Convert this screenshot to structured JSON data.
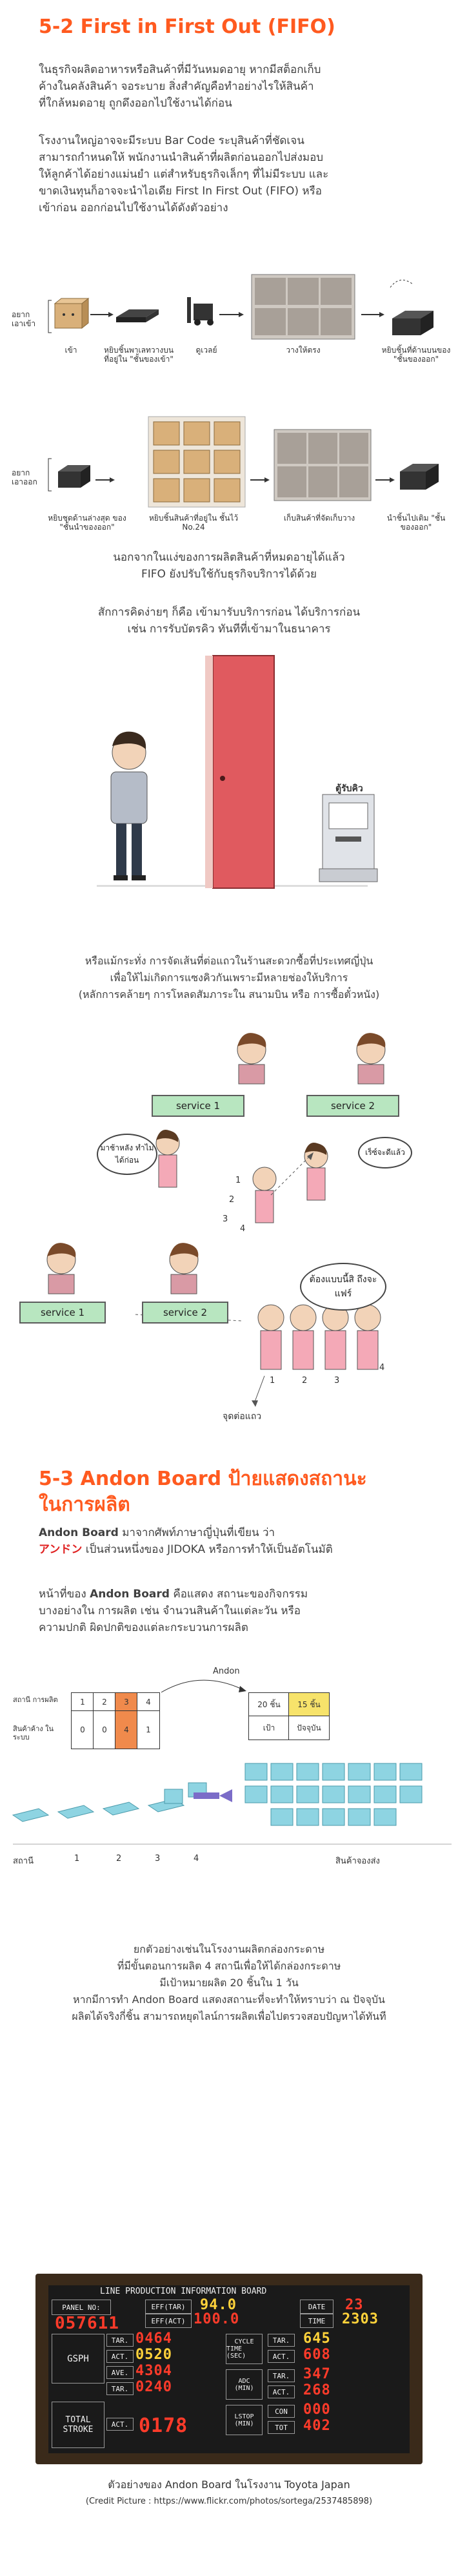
{
  "fifo": {
    "heading": "5-2 First in First Out (FIFO)",
    "para1": [
      "ในธุรกิจผลิตอาหารหรือสินค้าที่มีวันหมดอายุ หากมีสต็อกเก็บ",
      "ค้างในคลังสินค้า จอระบาย สิ่งสำคัญคือทำอย่างไรให้สินค้า",
      "ที่ใกล้หมดอายุ ถูกดึงออกไปใช้งานได้ก่อน"
    ],
    "para2": [
      "โรงงานใหญ่อาจจะมีระบบ Bar Code ระบุสินค้าที่ชัดเจน",
      "สามารถกำหนดให้ พนักงานนำสินค้าที่ผลิตก่อนออกไปส่งมอบ",
      "ให้ลูกค้าได้อย่างแม่นยำ แต่สำหรับธุรกิจเล็กๆ ที่ไม่มีระบบ และ",
      "ขาดเงินทุนก็อาจจะนำไอเดีย First In First Out (FIFO) หรือ",
      "เข้าก่อน ออกก่อนไปใช้งานได้ดังตัวอย่าง"
    ],
    "row1_side": [
      "อยาก",
      "เอาเข้า"
    ],
    "row1_labels": [
      "เข้า",
      "หยิบชิ้นพาเลทวางบนที่อยู่ใน \"ชั้นของเข้า\"",
      "ดูเวลย์",
      "วางให้ตรง",
      "หยิบชิ้นที่ด้านบนของ \"ชั้นของออก\""
    ],
    "row2_side": [
      "อยาก",
      "เอาออก"
    ],
    "row2_labels": [
      "หยิบชุดด้านล่างสุด ของ \"ชั้นนำของออก\"",
      "หยิบชิ้นสินค้าที่อยู่ใน ชั้นไว้ No.24",
      "เก็บสินค้าที่จัดเก็บวาง",
      "นำชิ้นไปเติม \"ชั้นของออก\""
    ],
    "para3": [
      "นอกจากในแง่ของการผลิตสินค้าที่หมดอายุได้แล้ว",
      "FIFO ยังปรับใช้กับธุรกิจบริการได้ด้วย"
    ],
    "para4": [
      "สักการคิดง่ายๆ ก็คือ เข้ามารับบริการก่อน ได้บริการก่อน",
      "เช่น การรับบัตรคิว ทันทีที่เข้ามาในธนาคาร"
    ],
    "queue_label": "ตู้รับคิว",
    "para5": [
      "หรือแม้กระทั่ง การจัดเส้นที่ต่อแถวในร้านสะดวกซื้อที่ประเทศญี่ปุ่น",
      "เพื่อให้ไม่เกิดการแซงคิวกันเพราะมีหลายช่องให้บริการ",
      "(หลักการคล้ายๆ การโหลดสัมภาระใน สนามบิน หรือ การซื้อตั๋วหนัง)"
    ],
    "service1": "service 1",
    "service2": "service 2",
    "bubble_slow": "มาช้าหลัง ทำไมได้ก่อน",
    "bubble_fast": "เร็ซ์จะดีแล้ว",
    "bubble_wait": "ต้องแบบนี้สิ ถึงจะแฟร์",
    "queue_point": "จุดต่อแถว",
    "nums_a": [
      "1",
      "2",
      "3",
      "4"
    ],
    "nums_b": [
      "1",
      "2",
      "3",
      "4"
    ]
  },
  "andon": {
    "heading_l1": "5-3 Andon Board ป้ายแสดงสถานะ",
    "heading_l2": "ในการผลิต",
    "para1_l1_bold": "Andon Board",
    "para1_l1_rest": " มาจากศัพท์ภาษาญี่ปุ่นที่เขียน ว่า",
    "para1_l2_red": "アンドン",
    "para1_l2_rest": " เป็นส่วนหนึ่งของ JIDOKA หรือการทำให้เป็นอัตโนมัติ",
    "para2_l1_a": "หน้าที่ของ ",
    "para2_l1_bold": "Andon Board",
    "para2_l1_b": " คือแสดง สถานะของกิจกรรม",
    "para2_l2": "บางอย่างใน การผลิต เช่น จำนวนสินค้าในแต่ละวัน หรือ",
    "para2_l3": "ความปกติ ผิดปกติของแต่ละกระบวนการผลิต",
    "diagram_title": "Andon",
    "row_station": "สถานี การผลิต",
    "row_stock": "สินค้าค้าง ในระบบ",
    "stations": [
      "1",
      "2",
      "3",
      "4"
    ],
    "stock": [
      "0",
      "0",
      "4",
      "1"
    ],
    "board_target": "20 ชิ้น",
    "board_current": "15 ชิ้น",
    "board_goal": "เป้า",
    "board_now": "ปัจจุบัน",
    "axis_station": "สถานี",
    "axis_nums": [
      "1",
      "2",
      "3",
      "4"
    ],
    "axis_shipped": "สินค้าจองส่ง",
    "para3": [
      "ยกตัวอย่างเช่นในโรงงานผลิตกล่องกระดาษ",
      "ที่มีขั้นตอนการผลิต 4 สถานีเพื่อให้ได้กล่องกระดาษ",
      "มีเป้าหมายผลิต 20 ชิ้นใน 1 วัน",
      "หากมีการทำ Andon Board แสดงสถานะที่จะทำให้ทราบว่า ณ ปัจจุบัน",
      "ผลิตได้จริงกี่ชิ้น สามารถหยุดไลน์การผลิตเพื่อไปตรวจสอบปัญหาได้ทันที"
    ],
    "photo_board": {
      "title": "LINE PRODUCTION INFORMATION BOARD",
      "panel_no_lbl": "PANEL NO:",
      "panel_no": "057611",
      "eff_tar_lbl": "EFF(TAR)",
      "eff_tar": "94.0",
      "eff_act_lbl": "EFF(ACT)",
      "eff_act": "100.0",
      "date_lbl": "DATE",
      "date_val": "23",
      "time_lbl": "TIME",
      "time_val": "2303",
      "gsph": "GSPH",
      "tar_lbl": "TAR.",
      "tar_val": "0464",
      "act_lbl": "ACT.",
      "act_val": "0520",
      "ave_lbl": "AVE.",
      "ave_val": "4304",
      "tar2_lbl": "TAR.",
      "tar2_val": "0240",
      "total": "TOTAL",
      "stroke": "STROKE",
      "act2_lbl": "ACT.",
      "act2_val": "0178",
      "cycle": "CYCLE",
      "time_sec": "TIME (SEC)",
      "adc": "ADC",
      "min": "(MIN)",
      "lstop": "LSTOP",
      "min2": "(MIN)",
      "r1_lbl": "TAR.",
      "r1_val": "645",
      "r2_lbl": "ACT.",
      "r2_val": "608",
      "r3_lbl": "TAR.",
      "r3_val": "347",
      "r4_lbl": "ACT.",
      "r4_val": "268",
      "r5_lbl": "CON",
      "r5_val": "000",
      "r6_lbl": "TOT",
      "r6_val": "402"
    },
    "caption": "ตัวอย่างของ Andon Board ในโรงงาน Toyota Japan",
    "credit": "(Credit Picture : https://www.flickr.com/photos/sortega/2537485898)"
  }
}
